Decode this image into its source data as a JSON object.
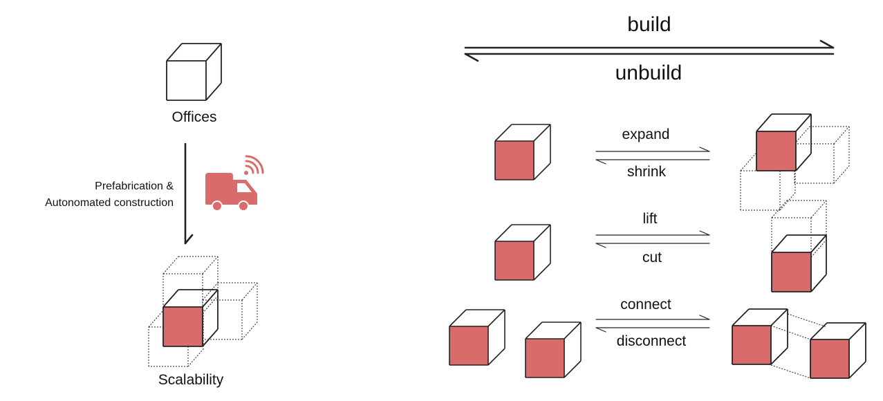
{
  "left": {
    "top_label": "Offices",
    "process_label_line1": "Prefabrication &",
    "process_label_line2": "Autonomated construction",
    "bottom_label": "Scalability",
    "truck_icon": "delivery-truck-wifi-icon"
  },
  "right": {
    "header_forward": "build",
    "header_backward": "unbuild",
    "operations": [
      {
        "forward": "expand",
        "backward": "shrink"
      },
      {
        "forward": "lift",
        "backward": "cut"
      },
      {
        "forward": "connect",
        "backward": "disconnect"
      }
    ]
  },
  "colors": {
    "accent": "#d96b6b",
    "line": "#222222"
  }
}
